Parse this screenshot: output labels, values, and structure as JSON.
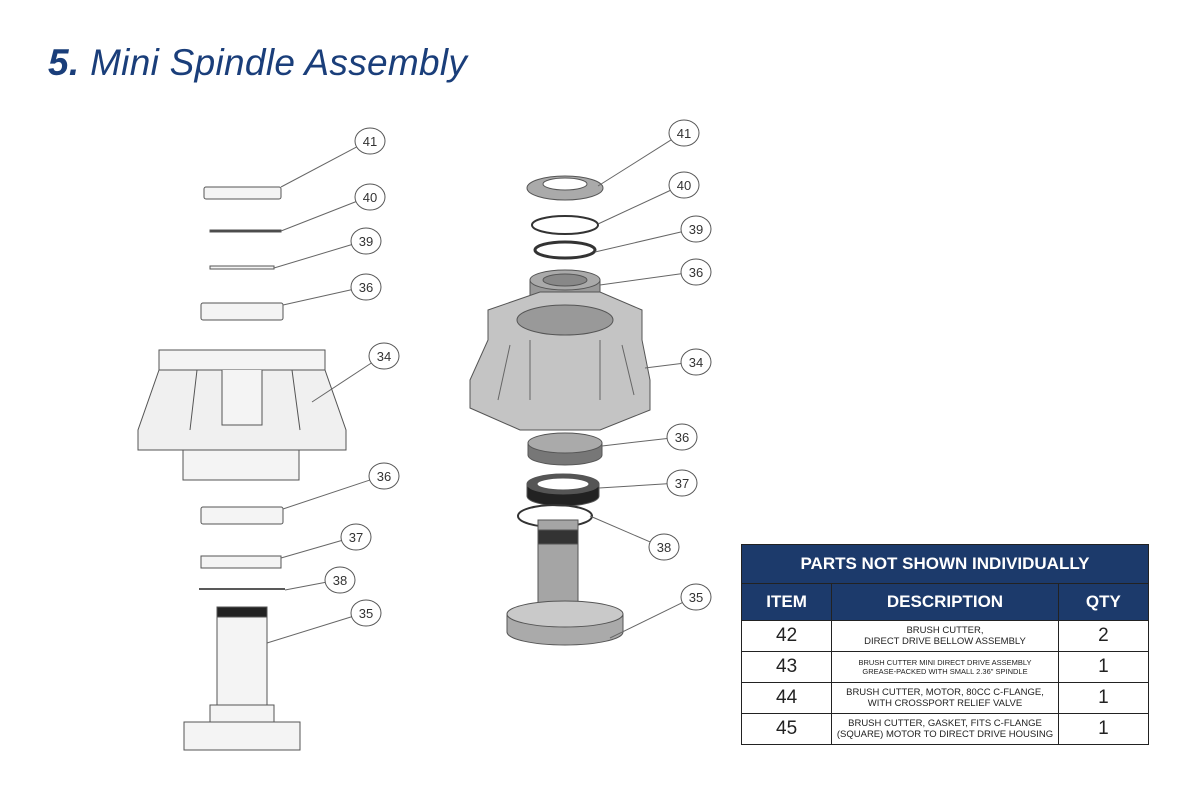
{
  "title": {
    "number": "5.",
    "text": "Mini Spindle Assembly"
  },
  "diagram": {
    "left_view_callouts": [
      "41",
      "40",
      "39",
      "36",
      "34",
      "36",
      "37",
      "38",
      "35"
    ],
    "right_view_callouts": [
      "41",
      "40",
      "39",
      "36",
      "34",
      "36",
      "37",
      "38",
      "35"
    ]
  },
  "table": {
    "title": "PARTS NOT SHOWN INDIVIDUALLY",
    "headers": {
      "item": "ITEM",
      "description": "DESCRIPTION",
      "qty": "QTY"
    },
    "rows": [
      {
        "item": "42",
        "line1": "BRUSH CUTTER,",
        "line2": "DIRECT DRIVE BELLOW ASSEMBLY",
        "qty": "2"
      },
      {
        "item": "43",
        "line1": "BRUSH CUTTER MINI DIRECT DRIVE ASSEMBLY",
        "line2": "GREASE-PACKED WITH SMALL 2.36\" SPINDLE",
        "qty": "1"
      },
      {
        "item": "44",
        "line1": "BRUSH CUTTER, MOTOR, 80CC C-FLANGE,",
        "line2": "WITH CROSSPORT RELIEF VALVE",
        "qty": "1"
      },
      {
        "item": "45",
        "line1": "BRUSH CUTTER, GASKET, FITS C-FLANGE",
        "line2": "(SQUARE) MOTOR TO DIRECT DRIVE HOUSING",
        "qty": "1"
      }
    ]
  },
  "colors": {
    "brand": "#1c3a6b",
    "title": "#1a3e7a"
  }
}
